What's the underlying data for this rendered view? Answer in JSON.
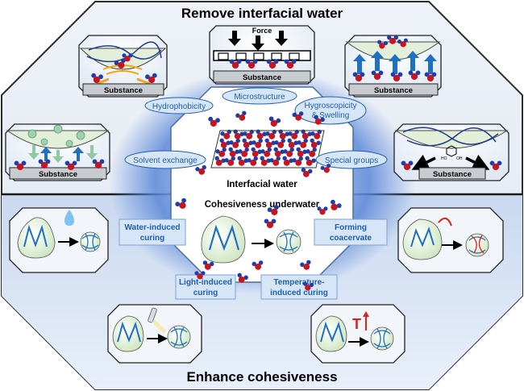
{
  "titles": {
    "top": "Remove interfacial water",
    "bottom": "Enhance cohesiveness",
    "center": "Interfacial water",
    "cohesive": "Cohesiveness underwater"
  },
  "panels": {
    "force": "Force",
    "substance": "Substance"
  },
  "mechanisms_remove": {
    "hydrophobicity": "Hydrophobicity",
    "microstructure": "Microstructure",
    "hygroscopicity_line1": "Hygroscopicity",
    "hygroscopicity_line2": "& Swelling",
    "solvent_exchange": "Solvent exchange",
    "special_groups": "Special groups"
  },
  "mechanisms_cohesive": {
    "water_line1": "Water-induced",
    "water_line2": "curing",
    "coacervate_line1": "Forming",
    "coacervate_line2": "coacervate",
    "light_line1": "Light-induced",
    "light_line2": "curing",
    "temp_line1": "Temperature-",
    "temp_line2": "induced curing"
  },
  "symbols": {
    "temperature": "T",
    "hydroxyl_left": "HO",
    "hydroxyl_right": "OH"
  },
  "colors": {
    "octagon_border": "#2b2b2b",
    "label_fill": "#d6e6f7",
    "label_text": "#1f5fa8",
    "oxygen": "#c8141e",
    "hydrogen": "#1b3fae",
    "arrow_blue": "#1f6fc4",
    "arrow_orange": "#f2a51a",
    "arrow_green": "#8fc9a4",
    "glow": "#6f9be0",
    "temp_red": "#e0201c"
  }
}
